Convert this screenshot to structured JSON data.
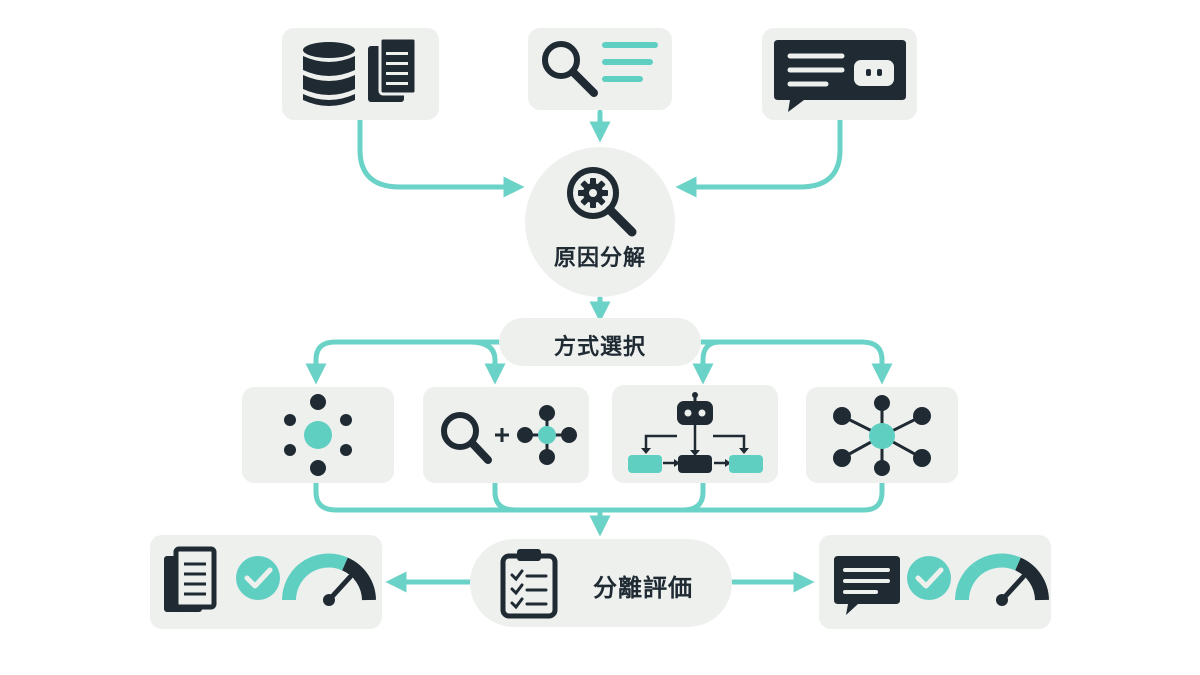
{
  "colors": {
    "accent": "#5fcfc2",
    "dark": "#1f2a33",
    "card": "#eef0ee",
    "line": "#6ad2c6"
  },
  "nodes": {
    "cause_analysis": {
      "label": "原因分解",
      "icon": "gear-magnifier-icon"
    },
    "method_selection": {
      "label": "方式選択"
    },
    "separate_evaluation": {
      "label": "分離評価",
      "icon": "clipboard-checklist-icon"
    }
  },
  "inputs": [
    {
      "id": "data-docs",
      "icons": [
        "database-icon",
        "documents-icon"
      ]
    },
    {
      "id": "search-query",
      "icons": [
        "magnifier-icon",
        "text-lines-icon"
      ]
    },
    {
      "id": "chat-bot",
      "icons": [
        "chat-bubble-icon",
        "bot-icon"
      ]
    }
  ],
  "methods": [
    {
      "id": "hub-nodes",
      "icon": "hub-nodes-icon"
    },
    {
      "id": "search-plus-graph",
      "icon": "search-plus-graph-icon"
    },
    {
      "id": "agent-flow",
      "icon": "robot-workflow-icon"
    },
    {
      "id": "network-graph",
      "icon": "network-graph-icon"
    }
  ],
  "outputs": [
    {
      "id": "retrieval-eval",
      "icons": [
        "documents-icon",
        "check-circle-icon",
        "gauge-icon"
      ]
    },
    {
      "id": "generation-eval",
      "icons": [
        "chat-bubble-icon",
        "check-circle-icon",
        "gauge-icon"
      ]
    }
  ]
}
